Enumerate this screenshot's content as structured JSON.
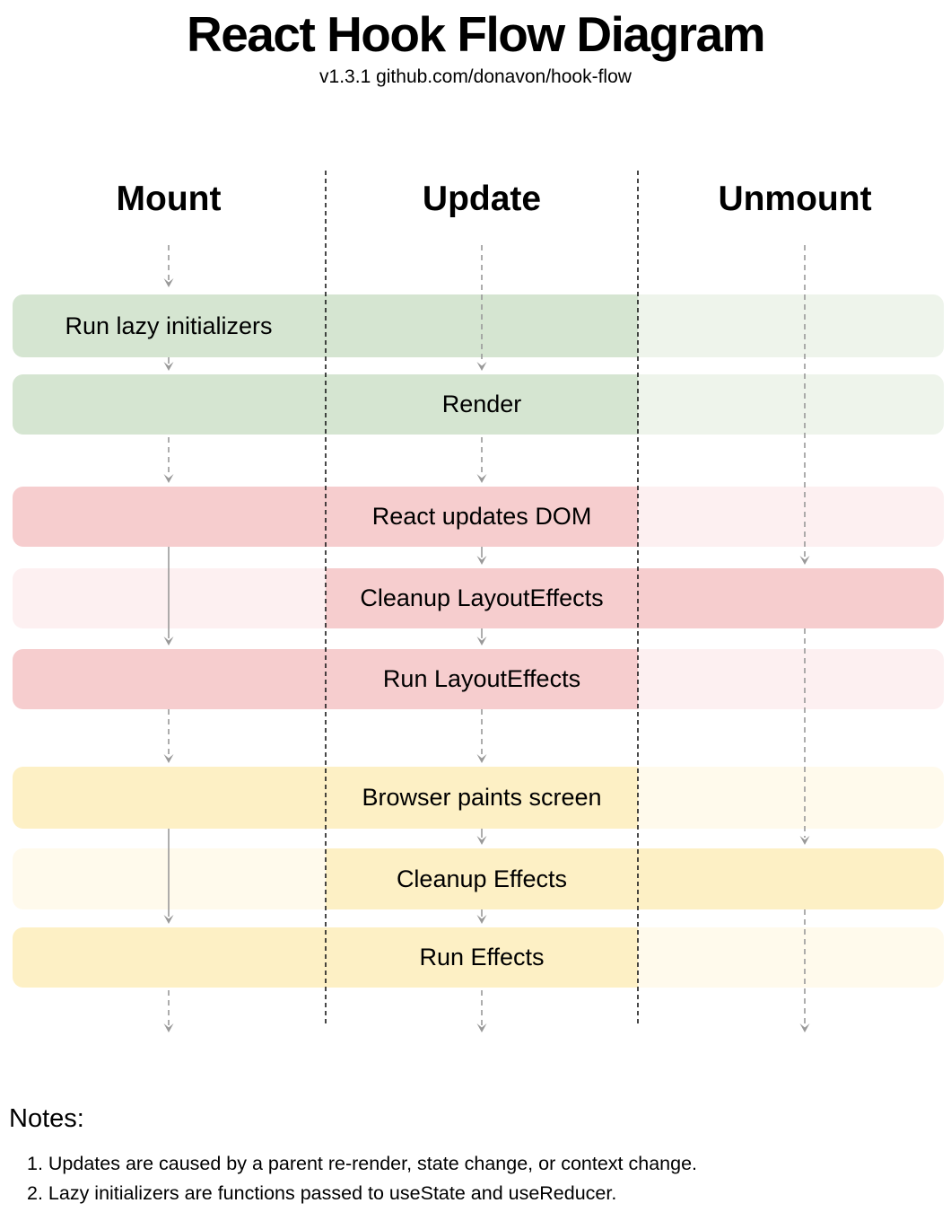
{
  "title": "React Hook Flow Diagram",
  "subtitle": "v1.3.1 github.com/donavon/hook-flow",
  "columns": [
    {
      "id": "mount",
      "label": "Mount"
    },
    {
      "id": "update",
      "label": "Update"
    },
    {
      "id": "unmount",
      "label": "Unmount"
    }
  ],
  "rows": [
    {
      "label": "Run lazy initializers",
      "palette": "green",
      "active": [
        "mount"
      ],
      "label_col": "mount"
    },
    {
      "label": "Render",
      "palette": "green",
      "active": [
        "mount",
        "update"
      ],
      "label_col": "update"
    },
    {
      "label": "React updates DOM",
      "palette": "red",
      "active": [
        "mount",
        "update"
      ],
      "label_col": "update"
    },
    {
      "label": "Cleanup LayoutEffects",
      "palette": "red",
      "active": [
        "update",
        "unmount"
      ],
      "label_col": "update"
    },
    {
      "label": "Run LayoutEffects",
      "palette": "red",
      "active": [
        "mount",
        "update"
      ],
      "label_col": "update"
    },
    {
      "label": "Browser paints screen",
      "palette": "yellow",
      "active": [
        "mount",
        "update"
      ],
      "label_col": "update"
    },
    {
      "label": "Cleanup Effects",
      "palette": "yellow",
      "active": [
        "update",
        "unmount"
      ],
      "label_col": "update"
    },
    {
      "label": "Run Effects",
      "palette": "yellow",
      "active": [
        "mount",
        "update"
      ],
      "label_col": "update"
    }
  ],
  "colors": {
    "green_active": "#d5e5d1",
    "green_inactive": "#eef4eb",
    "red_active": "#f6cdce",
    "red_inactive": "#fdf0f1",
    "yellow_active": "#fdf0c5",
    "yellow_inactive": "#fffaec",
    "flow_line": "#999999",
    "divider_line": "#1a1a1a"
  },
  "notes": {
    "heading": "Notes:",
    "items": [
      "1. Updates are caused by a parent re-render, state change, or context change.",
      "2. Lazy initializers are functions passed to useState and useReducer."
    ]
  }
}
